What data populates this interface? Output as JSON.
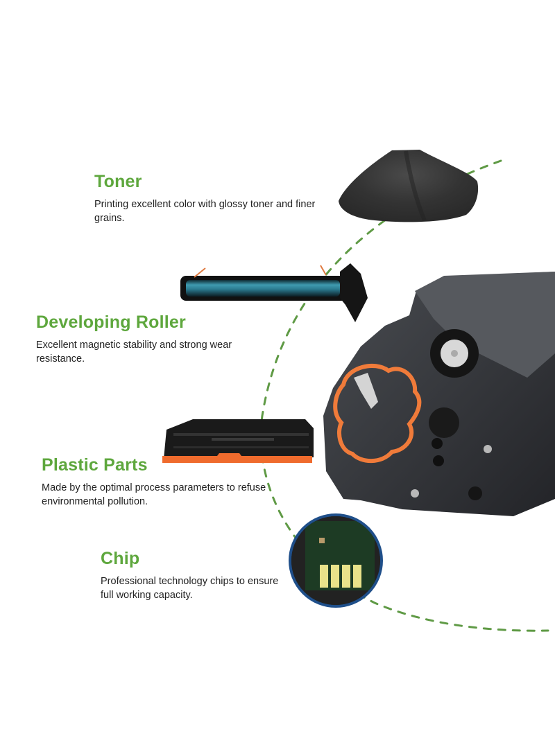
{
  "features": [
    {
      "id": "toner",
      "title": "Toner",
      "description": "Printing excellent color with glossy toner and finer grains."
    },
    {
      "id": "developing-roller",
      "title": "Developing Roller",
      "description": "Excellent magnetic stability and strong wear resistance."
    },
    {
      "id": "plastic-parts",
      "title": "Plastic Parts",
      "description": "Made by the optimal process parameters to refuse environmental pollution."
    },
    {
      "id": "chip",
      "title": "Chip",
      "description": "Professional technology chips to ensure full working capacity."
    }
  ],
  "images": {
    "toner": "toner-powder-pile",
    "roller": "developing-roller-drum",
    "plastic": "toner-cartridge-body",
    "cartridge": "cartridge-end-closeup",
    "chip": "chip-closeup"
  },
  "colors": {
    "accent": "#5ea73d",
    "dash": "#5f9a45",
    "text": "#222222",
    "chip_ring": "#1f4f8a",
    "orange": "#f07b3a"
  }
}
